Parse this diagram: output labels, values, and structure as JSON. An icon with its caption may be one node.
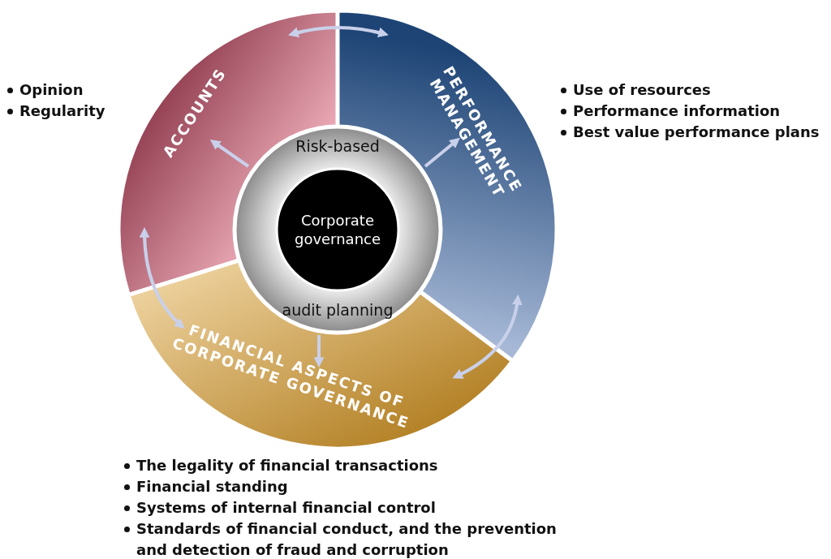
{
  "diagram": {
    "nodes": [
      {
        "text": [
          "ACCOUNTS"
        ],
        "beside": [
          "Opinion",
          "Regularity"
        ]
      },
      {
        "text": [
          "PERFORMANCE MANAGEMENT"
        ],
        "beside": [
          "Use of resources",
          "Performance information",
          "Best value performance plans"
        ]
      },
      {
        "text": [
          "FINANCIAL ASPECTS OF CORPORATE GOVERNANCE"
        ],
        "beside": [
          "The legality of financial transactions",
          "Financial standing",
          "Systems of internal financial control",
          "Standards of financial conduct, and the prevention and detection of fraud and corruption"
        ]
      },
      {
        "text": [
          "Risk-based",
          "audit planning"
        ]
      },
      {
        "text": [
          "Corporate governance"
        ],
        "in": 3
      }
    ],
    "edges": [
      {
        "from": 0,
        "to": 1,
        "arrow": "both"
      },
      {
        "from": 0,
        "to": 2,
        "arrow": "both"
      },
      {
        "from": 1,
        "to": 2,
        "arrow": "both"
      },
      {
        "from": 3,
        "to": 0,
        "arrow": "to"
      },
      {
        "from": 3,
        "to": 1,
        "arrow": "to"
      },
      {
        "from": 3,
        "to": 2,
        "arrow": "to"
      }
    ]
  }
}
